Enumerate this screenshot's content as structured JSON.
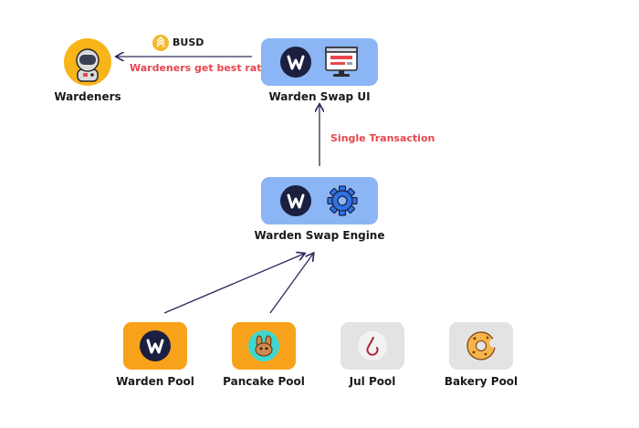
{
  "nodes": {
    "wardeners": {
      "label": "Wardeners",
      "icon": "astronaut-icon"
    },
    "swap_ui": {
      "label": "Warden Swap UI",
      "icons": [
        "warden-logo-icon",
        "monitor-icon"
      ]
    },
    "swap_engine": {
      "label": "Warden Swap Engine",
      "icons": [
        "warden-logo-icon",
        "gear-icon"
      ]
    },
    "pools": [
      {
        "label": "Warden Pool",
        "icon": "warden-logo-icon"
      },
      {
        "label": "Pancake Pool",
        "icon": "pancake-bunny-icon"
      },
      {
        "label": "Jul Pool",
        "icon": "jul-icon"
      },
      {
        "label": "Bakery Pool",
        "icon": "bakery-donut-icon"
      }
    ]
  },
  "edges": {
    "ui_to_wardeners": {
      "token": "BUSD",
      "note": "Wardeners get best rate"
    },
    "engine_to_ui": {
      "note": "Single Transaction"
    }
  },
  "colors": {
    "blue_box": "#8bb5f5",
    "orange_box": "#f8a21b",
    "gray_box": "#e3e3e3",
    "accent_red": "#e8464e",
    "arrow": "#2d2a5c",
    "logo_dark": "#1b2040"
  }
}
